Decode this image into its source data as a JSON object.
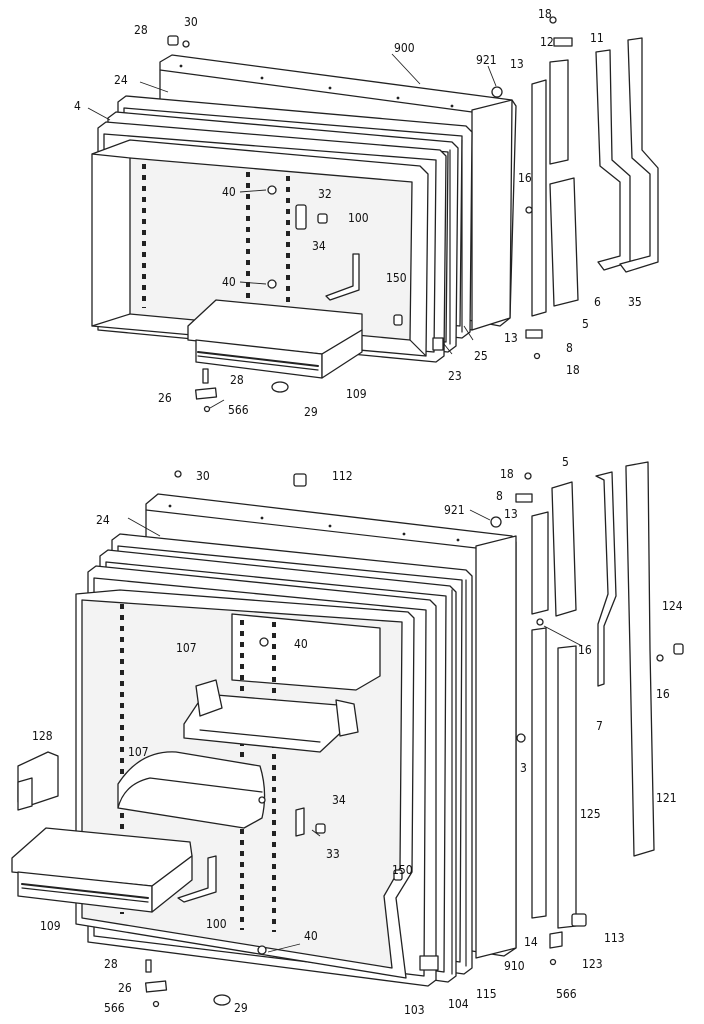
{
  "labels": {
    "top": [
      "28",
      "30",
      "900",
      "921",
      "18",
      "12",
      "11",
      "13",
      "24",
      "4",
      "40",
      "32",
      "34",
      "100",
      "16",
      "40",
      "150",
      "6",
      "35",
      "5",
      "13",
      "8",
      "25",
      "23",
      "18",
      "28",
      "109",
      "26",
      "566",
      "29"
    ],
    "bottom": [
      "30",
      "112",
      "18",
      "5",
      "921",
      "8",
      "13",
      "24",
      "40",
      "107",
      "16",
      "124",
      "16",
      "128",
      "107",
      "3",
      "7",
      "34",
      "33",
      "125",
      "121",
      "150",
      "109",
      "100",
      "40",
      "14",
      "113",
      "28",
      "910",
      "123",
      "26",
      "29",
      "566",
      "103",
      "104",
      "115",
      "566"
    ]
  }
}
